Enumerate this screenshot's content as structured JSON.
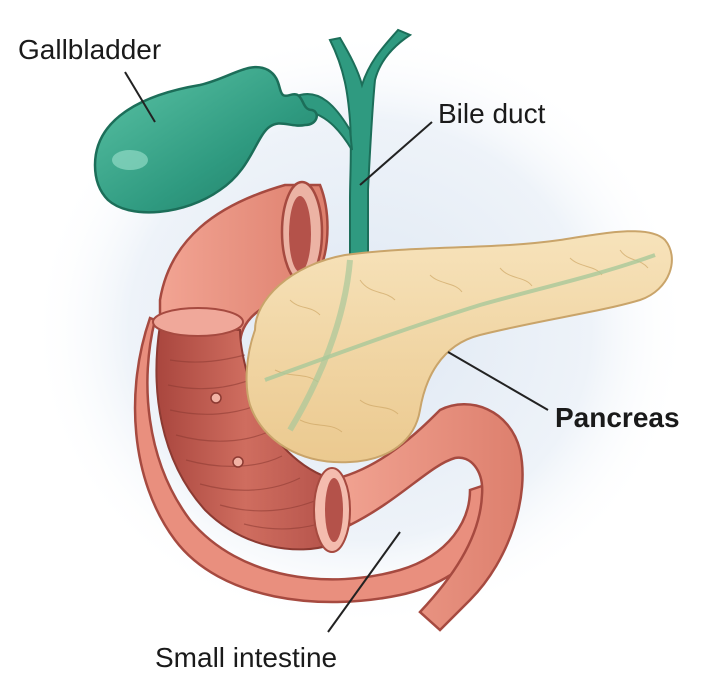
{
  "labels": {
    "gallbladder": "Gallbladder",
    "bile_duct": "Bile duct",
    "pancreas": "Pancreas",
    "small_intestine": "Small intestine"
  },
  "colors": {
    "gallbladder": "#2f9a80",
    "pancreas": "#f3d9a8",
    "intestine_outer": "#e98f7e",
    "intestine_inner": "#b9544a",
    "background_glow": "#dfe8f3",
    "leader_line": "#222222"
  }
}
